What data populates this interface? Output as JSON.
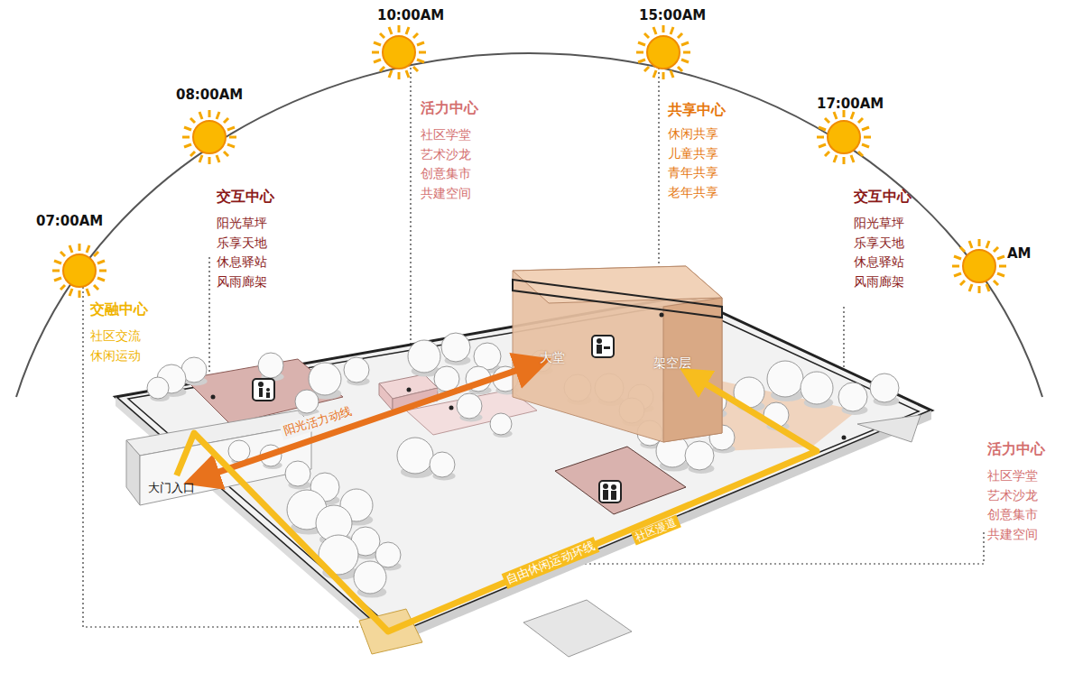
{
  "diagram": {
    "nodes": [
      {
        "text": [
          "大门入口"
        ]
      },
      {
        "text": [
          "大堂"
        ]
      },
      {
        "text": [
          "架空层"
        ]
      }
    ],
    "edges": [
      {
        "from": 0,
        "to": 1,
        "arrow": "both",
        "label": "阳光活力动线"
      },
      {
        "from": 0,
        "to": 2,
        "arrow": "to",
        "label": "自由休闲运动环线"
      }
    ],
    "labels": [
      "07:00AM",
      "08:00AM",
      "10:00AM",
      "15:00AM",
      "17:00AM",
      "AM",
      "交融中心",
      "社区交流 休闲运动",
      "交互中心",
      "阳光草坪 乐享天地 休息驿站 风雨廊架",
      "活力中心",
      "社区学堂 艺术沙龙 创意集市 共建空间",
      "共享中心",
      "休闲共享 儿童共享 青年共享 老年共享",
      "交互中心",
      "阳光草坪 乐享天地 休息驿站 风雨廊架",
      "活力中心",
      "社区学堂 艺术沙龙 创意集市 共建空间",
      "社区漫道"
    ]
  }
}
